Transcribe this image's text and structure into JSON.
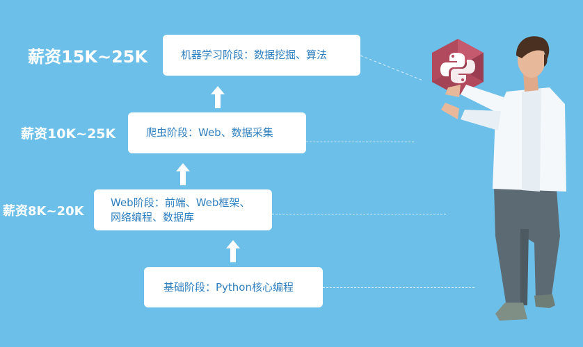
{
  "stages": [
    {
      "salary": "薪资15K~25K",
      "lines": [
        "机器学习阶段：数据挖掘、算法"
      ]
    },
    {
      "salary": "薪资10K~25K",
      "lines": [
        "爬虫阶段：Web、数据采集"
      ]
    },
    {
      "salary": "薪资8K~20K",
      "lines": [
        "Web阶段：前端、Web框架、",
        "网络编程、数据库"
      ]
    },
    {
      "salary": "",
      "lines": [
        "基础阶段：Python核心编程"
      ]
    }
  ],
  "icon": "python-logo-icon",
  "colors": {
    "background": "#6cbfe9",
    "box": "#ffffff",
    "box_text": "#2f7fbf",
    "logo_hex": "#b24a5e"
  }
}
